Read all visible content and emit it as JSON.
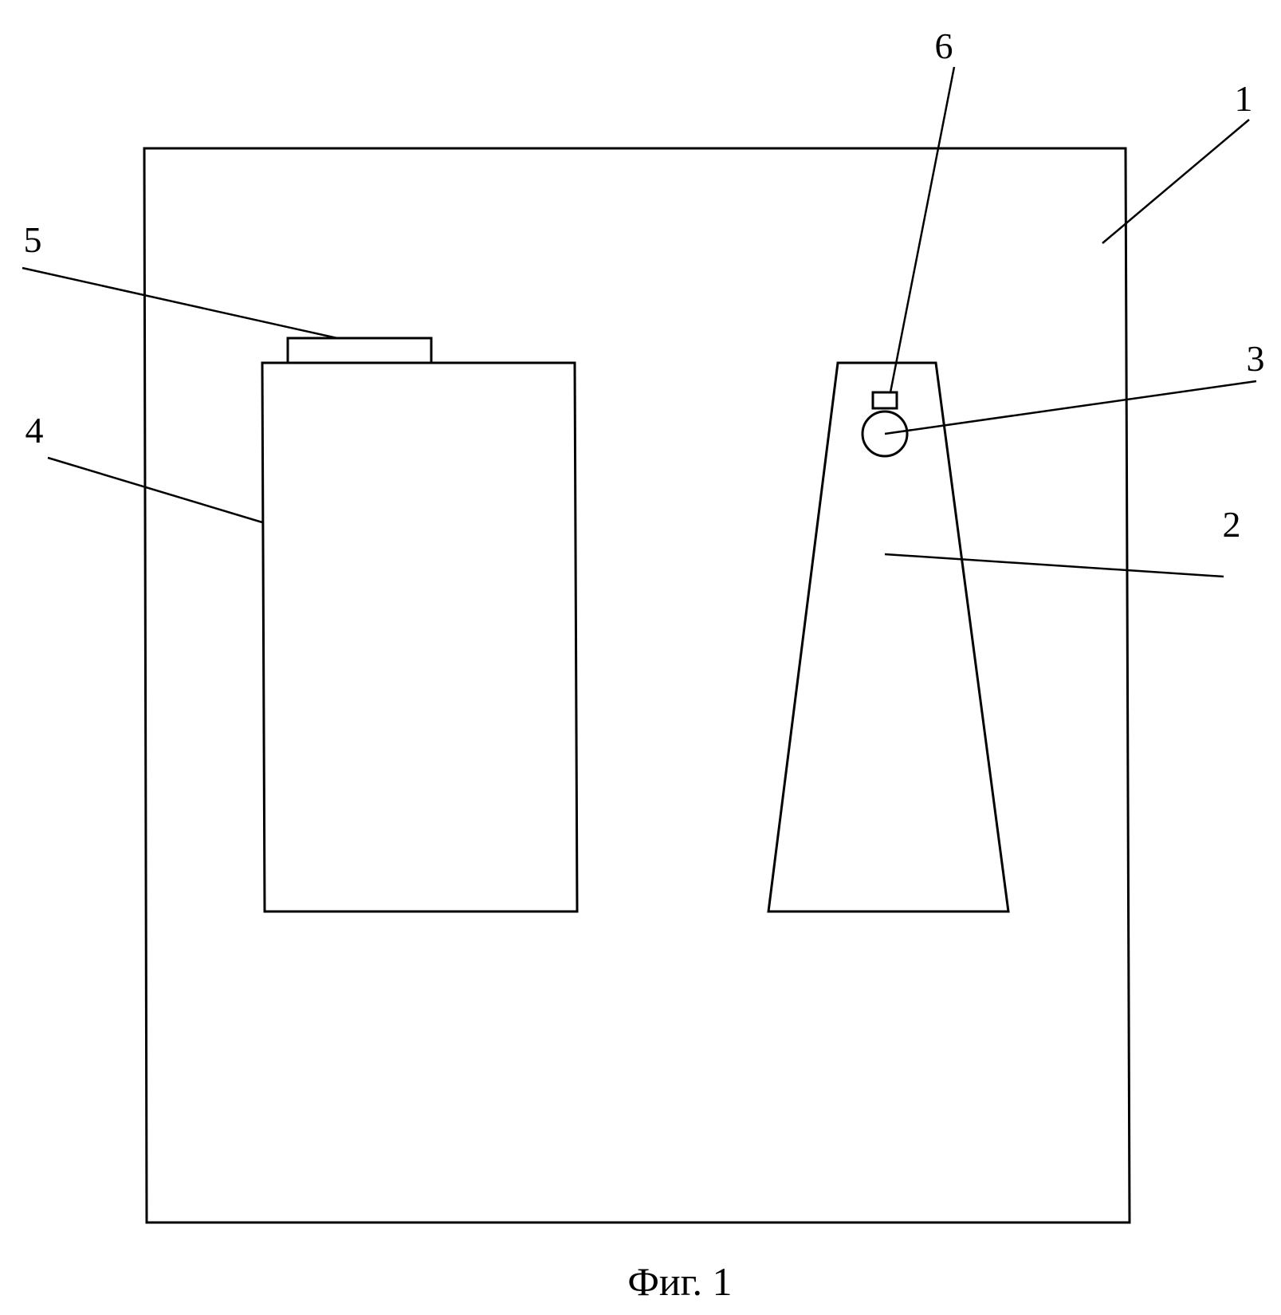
{
  "figure": {
    "caption": "Фиг. 1",
    "line_color": "#000000",
    "background_color": "#ffffff",
    "reference_numerals": {
      "housing": "1",
      "trapezoid_block": "2",
      "round_element": "3",
      "rectangular_block": "4",
      "top_cap": "5",
      "small_stem": "6"
    }
  }
}
